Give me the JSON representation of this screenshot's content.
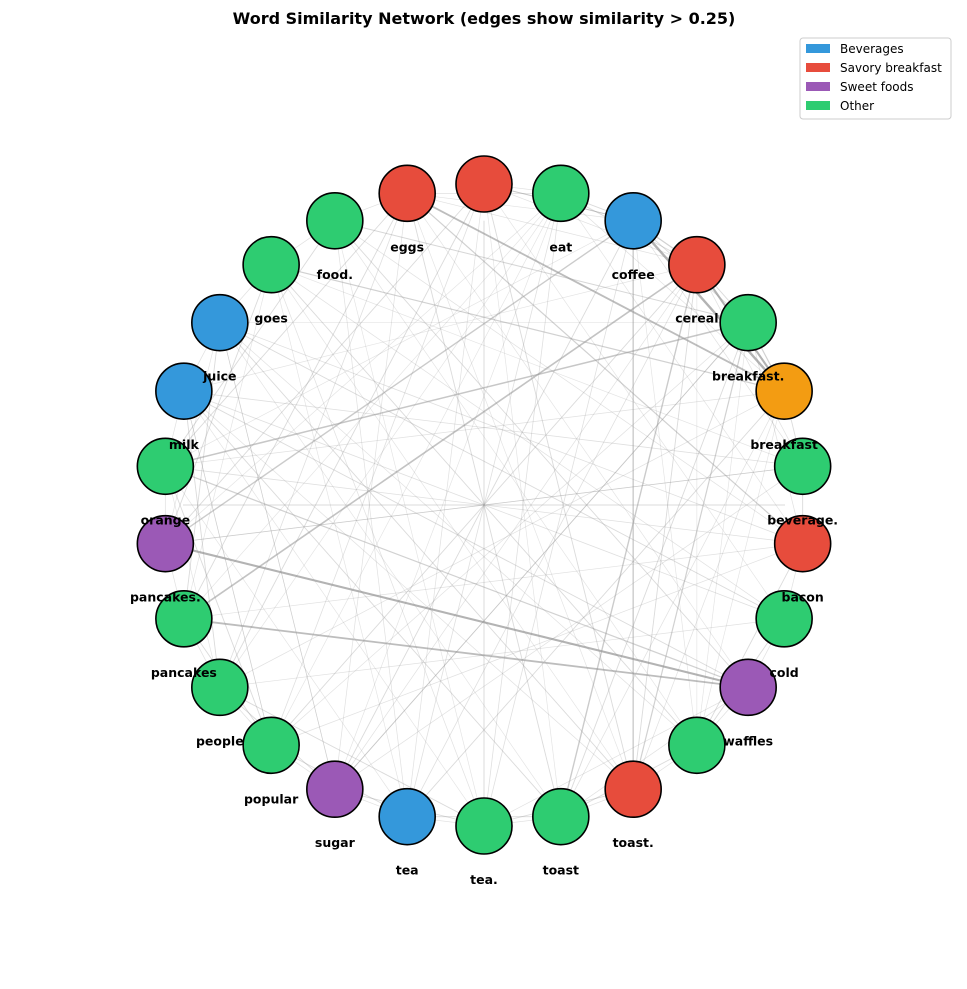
{
  "title": "Word Similarity Network (edges show similarity > 0.25)",
  "legend": {
    "placement": "top-right",
    "items": [
      {
        "label": "Beverages",
        "color": "#3498db"
      },
      {
        "label": "Savory breakfast",
        "color": "#e74c3c"
      },
      {
        "label": "Sweet foods",
        "color": "#9b59b6"
      },
      {
        "label": "Other",
        "color": "#2ecc71"
      }
    ]
  },
  "colors": {
    "Beverages": "#3498db",
    "Savory breakfast": "#e74c3c",
    "Sweet foods": "#9b59b6",
    "Other": "#2ecc71",
    "highlight": "#f39c12",
    "edge": "#999999",
    "node_border": "#000000"
  },
  "nodes": [
    {
      "label": "eat",
      "category": "Other"
    },
    {
      "label": "coffee",
      "category": "Beverages"
    },
    {
      "label": "cereal",
      "category": "Savory breakfast"
    },
    {
      "label": "breakfast.",
      "category": "Other"
    },
    {
      "label": "breakfast",
      "category": "highlight"
    },
    {
      "label": "beverage.",
      "category": "Other"
    },
    {
      "label": "bacon",
      "category": "Savory breakfast"
    },
    {
      "label": "cold",
      "category": "Other"
    },
    {
      "label": "waffles",
      "category": "Sweet foods"
    },
    {
      "label": "",
      "category": "Other"
    },
    {
      "label": "toast.",
      "category": "Savory breakfast"
    },
    {
      "label": "toast",
      "category": "Other"
    },
    {
      "label": "tea.",
      "category": "Other"
    },
    {
      "label": "tea",
      "category": "Beverages"
    },
    {
      "label": "sugar",
      "category": "Sweet foods"
    },
    {
      "label": "popular",
      "category": "Other"
    },
    {
      "label": "people",
      "category": "Other"
    },
    {
      "label": "pancakes",
      "category": "Other"
    },
    {
      "label": "pancakes.",
      "category": "Sweet foods"
    },
    {
      "label": "orange",
      "category": "Other"
    },
    {
      "label": "milk",
      "category": "Beverages"
    },
    {
      "label": "juice",
      "category": "Beverages"
    },
    {
      "label": "goes",
      "category": "Other"
    },
    {
      "label": "food.",
      "category": "Other"
    },
    {
      "label": "eggs",
      "category": "Savory breakfast"
    },
    {
      "label": "",
      "category": "Savory breakfast"
    }
  ],
  "edges": [
    [
      1,
      4,
      0.55
    ],
    [
      2,
      4,
      0.5
    ],
    [
      24,
      4,
      0.45
    ],
    [
      18,
      8,
      0.5
    ],
    [
      8,
      17,
      0.45
    ],
    [
      8,
      19,
      0.35
    ],
    [
      2,
      17,
      0.42
    ],
    [
      1,
      18,
      0.38
    ],
    [
      3,
      19,
      0.4
    ],
    [
      0,
      2,
      0.3
    ],
    [
      0,
      1,
      0.3
    ],
    [
      1,
      3,
      0.3
    ],
    [
      2,
      3,
      0.3
    ],
    [
      1,
      2,
      0.35
    ],
    [
      3,
      4,
      0.35
    ],
    [
      4,
      5,
      0.3
    ],
    [
      5,
      6,
      0.3
    ],
    [
      1,
      10,
      0.38
    ],
    [
      2,
      11,
      0.38
    ],
    [
      3,
      10,
      0.35
    ],
    [
      24,
      6,
      0.35
    ],
    [
      25,
      1,
      0.32
    ],
    [
      22,
      4,
      0.35
    ],
    [
      23,
      3,
      0.32
    ],
    [
      20,
      8,
      0.3
    ],
    [
      21,
      7,
      0.3
    ],
    [
      21,
      10,
      0.3
    ],
    [
      20,
      11,
      0.3
    ],
    [
      17,
      15,
      0.3
    ],
    [
      16,
      14,
      0.3
    ],
    [
      13,
      11,
      0.3
    ],
    [
      12,
      10,
      0.3
    ],
    [
      14,
      12,
      0.3
    ],
    [
      15,
      13,
      0.3
    ],
    [
      16,
      12,
      0.3
    ],
    [
      9,
      11,
      0.3
    ],
    [
      7,
      9,
      0.3
    ],
    [
      6,
      9,
      0.3
    ],
    [
      1,
      14,
      0.3
    ],
    [
      2,
      15,
      0.3
    ],
    [
      3,
      14,
      0.3
    ],
    [
      4,
      13,
      0.3
    ],
    [
      24,
      11,
      0.3
    ],
    [
      25,
      10,
      0.3
    ],
    [
      22,
      9,
      0.3
    ],
    [
      23,
      8,
      0.3
    ],
    [
      21,
      6,
      0.28
    ],
    [
      20,
      5,
      0.28
    ],
    [
      0,
      13,
      0.28
    ],
    [
      0,
      12,
      0.28
    ],
    [
      5,
      18,
      0.28
    ],
    [
      6,
      19,
      0.28
    ],
    [
      7,
      20,
      0.28
    ],
    [
      19,
      23,
      0.3
    ],
    [
      18,
      22,
      0.3
    ],
    [
      17,
      21,
      0.3
    ],
    [
      16,
      20,
      0.3
    ],
    [
      15,
      19,
      0.3
    ],
    [
      24,
      19,
      0.3
    ],
    [
      25,
      18,
      0.3
    ],
    [
      24,
      17,
      0.3
    ],
    [
      25,
      16,
      0.3
    ],
    [
      24,
      16,
      0.28
    ],
    [
      25,
      15,
      0.28
    ],
    [
      11,
      3,
      0.3
    ],
    [
      10,
      2,
      0.3
    ],
    [
      12,
      1,
      0.28
    ],
    [
      13,
      2,
      0.28
    ],
    [
      14,
      3,
      0.28
    ],
    [
      5,
      14,
      0.27
    ],
    [
      6,
      15,
      0.27
    ],
    [
      7,
      16,
      0.27
    ],
    [
      8,
      11,
      0.27
    ],
    [
      8,
      12,
      0.27
    ],
    [
      22,
      7,
      0.27
    ],
    [
      23,
      6,
      0.27
    ],
    [
      21,
      9,
      0.27
    ],
    [
      20,
      10,
      0.27
    ],
    [
      0,
      4,
      0.27
    ],
    [
      0,
      24,
      0.27
    ],
    [
      0,
      25,
      0.27
    ],
    [
      1,
      24,
      0.27
    ],
    [
      1,
      25,
      0.27
    ],
    [
      2,
      24,
      0.27
    ],
    [
      2,
      25,
      0.27
    ],
    [
      23,
      24,
      0.27
    ],
    [
      22,
      23,
      0.27
    ],
    [
      21,
      22,
      0.27
    ],
    [
      20,
      21,
      0.27
    ],
    [
      19,
      20,
      0.27
    ],
    [
      18,
      19,
      0.27
    ],
    [
      17,
      18,
      0.27
    ],
    [
      16,
      17,
      0.27
    ],
    [
      10,
      11,
      0.27
    ],
    [
      9,
      10,
      0.27
    ],
    [
      8,
      9,
      0.27
    ],
    [
      7,
      8,
      0.27
    ],
    [
      6,
      7,
      0.27
    ],
    [
      11,
      12,
      0.27
    ],
    [
      12,
      13,
      0.27
    ],
    [
      13,
      14,
      0.27
    ],
    [
      14,
      15,
      0.27
    ],
    [
      15,
      16,
      0.27
    ],
    [
      2,
      5,
      0.27
    ],
    [
      1,
      5,
      0.27
    ],
    [
      3,
      6,
      0.27
    ],
    [
      4,
      10,
      0.27
    ],
    [
      4,
      11,
      0.27
    ],
    [
      24,
      14,
      0.27
    ],
    [
      25,
      13,
      0.27
    ],
    [
      22,
      12,
      0.27
    ],
    [
      23,
      13,
      0.27
    ],
    [
      21,
      14,
      0.27
    ],
    [
      20,
      15,
      0.27
    ],
    [
      18,
      5,
      0.27
    ],
    [
      17,
      6,
      0.27
    ],
    [
      19,
      4,
      0.27
    ],
    [
      16,
      4,
      0.27
    ],
    [
      15,
      3,
      0.27
    ],
    [
      14,
      2,
      0.27
    ],
    [
      13,
      19,
      0.26
    ],
    [
      12,
      20,
      0.26
    ],
    [
      11,
      21,
      0.26
    ],
    [
      10,
      22,
      0.26
    ],
    [
      9,
      23,
      0.26
    ],
    [
      8,
      24,
      0.26
    ],
    [
      7,
      25,
      0.26
    ],
    [
      6,
      0,
      0.26
    ],
    [
      5,
      22,
      0.26
    ],
    [
      3,
      21,
      0.26
    ],
    [
      2,
      20,
      0.26
    ],
    [
      1,
      19,
      0.26
    ],
    [
      0,
      18,
      0.26
    ],
    [
      0,
      17,
      0.26
    ],
    [
      0,
      16,
      0.26
    ],
    [
      0,
      15,
      0.26
    ],
    [
      0,
      14,
      0.26
    ],
    [
      9,
      1,
      0.26
    ],
    [
      9,
      2,
      0.26
    ],
    [
      9,
      3,
      0.26
    ],
    [
      9,
      4,
      0.26
    ],
    [
      10,
      24,
      0.26
    ],
    [
      11,
      25,
      0.26
    ],
    [
      12,
      23,
      0.26
    ],
    [
      13,
      22,
      0.26
    ],
    [
      14,
      21,
      0.26
    ],
    [
      15,
      20,
      0.26
    ],
    [
      16,
      19,
      0.26
    ],
    [
      17,
      22,
      0.26
    ],
    [
      18,
      21,
      0.26
    ]
  ]
}
